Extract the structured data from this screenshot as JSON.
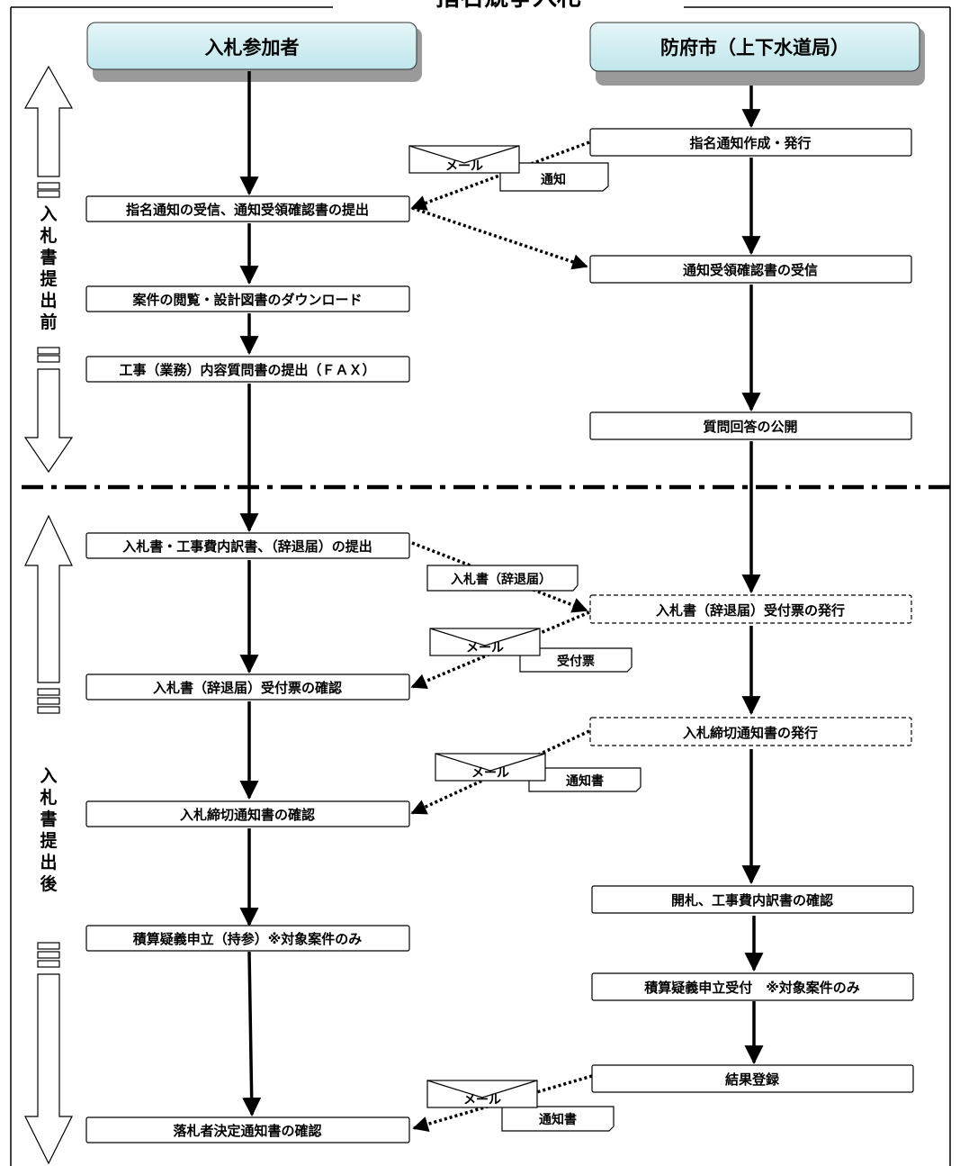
{
  "title": "指名競争入札",
  "lanes": {
    "left": "入札参加者",
    "right": "防府市（上下水道局）"
  },
  "phases": {
    "before": [
      "入",
      "札",
      "書",
      "提",
      "出",
      "前"
    ],
    "after": [
      "入",
      "札",
      "書",
      "提",
      "出",
      "後"
    ]
  },
  "left_steps": [
    "指名通知の受信、通知受領確認書の提出",
    "案件の閲覧・設計図書のダウンロード",
    "工事（業務）内容質問書の提出（ＦＡＸ）",
    "入札書・工事費内訳書、（辞退届）の提出",
    "入札書（辞退届）受付票の確認",
    "入札締切通知書の確認",
    "積算疑義申立（持参）※対象案件のみ",
    "落札者決定通知書の確認"
  ],
  "right_steps": [
    "指名通知作成・発行",
    "通知受領確認書の受信",
    "質問回答の公開",
    "入札書（辞退届）受付票の発行",
    "入札締切通知書の発行",
    "開札、工事費内訳書の確認",
    "積算疑義申立受付　※対象案件のみ",
    "結果登録"
  ],
  "messages": {
    "mail": "メール",
    "notice1": "通知",
    "bid_doc": "入札書（辞退届）",
    "receipt": "受付票",
    "notice2": "通知書",
    "notice3": "通知書"
  }
}
